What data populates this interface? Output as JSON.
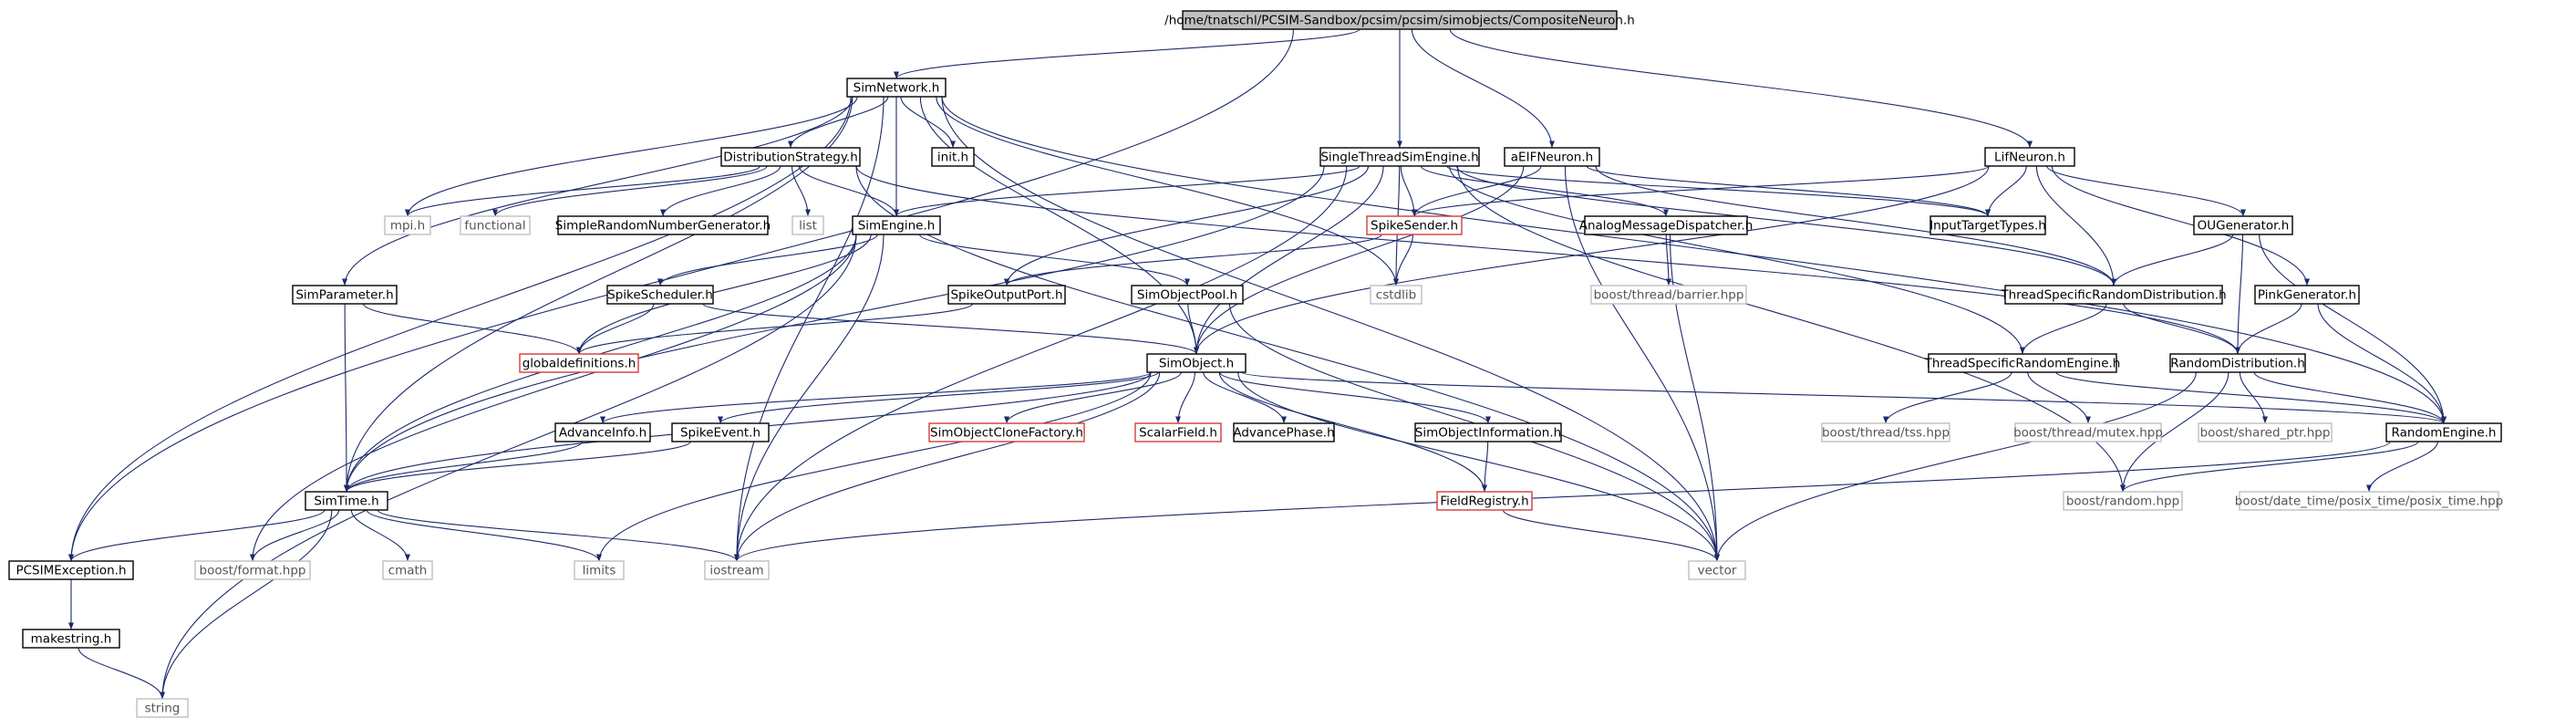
{
  "colors": {
    "edge": "#1b2a6b",
    "root_fill": "#bfbfbf",
    "internal_border": "#000000",
    "missing_border": "#d63a3a",
    "external_border": "#bfbfbf"
  },
  "nodes": [
    {
      "id": "root",
      "label": "/home/tnatschl/PCSIM-Sandbox/pcsim/pcsim/simobjects/CompositeNeuron.h",
      "kind": "root"
    },
    {
      "id": "simnetwork",
      "label": "SimNetwork.h",
      "kind": "internal"
    },
    {
      "id": "singlethread",
      "label": "SingleThreadSimEngine.h",
      "kind": "internal"
    },
    {
      "id": "aeif",
      "label": "aEIFNeuron.h",
      "kind": "internal"
    },
    {
      "id": "lif",
      "label": "LifNeuron.h",
      "kind": "internal"
    },
    {
      "id": "diststrat",
      "label": "DistributionStrategy.h",
      "kind": "internal"
    },
    {
      "id": "init",
      "label": "init.h",
      "kind": "internal"
    },
    {
      "id": "mpi",
      "label": "mpi.h",
      "kind": "external"
    },
    {
      "id": "functional",
      "label": "functional",
      "kind": "external"
    },
    {
      "id": "simplerng",
      "label": "SimpleRandomNumberGenerator.h",
      "kind": "internal"
    },
    {
      "id": "list",
      "label": "list",
      "kind": "external"
    },
    {
      "id": "simengine",
      "label": "SimEngine.h",
      "kind": "internal"
    },
    {
      "id": "spikesender",
      "label": "SpikeSender.h",
      "kind": "missing"
    },
    {
      "id": "analogdisp",
      "label": "AnalogMessageDispatcher.h",
      "kind": "internal"
    },
    {
      "id": "inputtarget",
      "label": "InputTargetTypes.h",
      "kind": "internal"
    },
    {
      "id": "ougen",
      "label": "OUGenerator.h",
      "kind": "internal"
    },
    {
      "id": "simparam",
      "label": "SimParameter.h",
      "kind": "internal"
    },
    {
      "id": "spikesched",
      "label": "SpikeScheduler.h",
      "kind": "internal"
    },
    {
      "id": "spikeout",
      "label": "SpikeOutputPort.h",
      "kind": "internal"
    },
    {
      "id": "simobjpool",
      "label": "SimObjectPool.h",
      "kind": "internal"
    },
    {
      "id": "cstdlib",
      "label": "cstdlib",
      "kind": "external"
    },
    {
      "id": "barrier",
      "label": "boost/thread/barrier.hpp",
      "kind": "external"
    },
    {
      "id": "tsrdist",
      "label": "ThreadSpecificRandomDistribution.h",
      "kind": "internal"
    },
    {
      "id": "pinkgen",
      "label": "PinkGenerator.h",
      "kind": "internal"
    },
    {
      "id": "globaldef",
      "label": "globaldefinitions.h",
      "kind": "missing"
    },
    {
      "id": "simobject",
      "label": "SimObject.h",
      "kind": "internal"
    },
    {
      "id": "tsrengine",
      "label": "ThreadSpecificRandomEngine.h",
      "kind": "internal"
    },
    {
      "id": "randdist",
      "label": "RandomDistribution.h",
      "kind": "internal"
    },
    {
      "id": "advinfo",
      "label": "AdvanceInfo.h",
      "kind": "internal"
    },
    {
      "id": "spikeevent",
      "label": "SpikeEvent.h",
      "kind": "internal"
    },
    {
      "id": "clonefactory",
      "label": "SimObjectCloneFactory.h",
      "kind": "missing"
    },
    {
      "id": "scalarfield",
      "label": "ScalarField.h",
      "kind": "missing"
    },
    {
      "id": "advphase",
      "label": "AdvancePhase.h",
      "kind": "internal"
    },
    {
      "id": "simobjinfo",
      "label": "SimObjectInformation.h",
      "kind": "internal"
    },
    {
      "id": "tss",
      "label": "boost/thread/tss.hpp",
      "kind": "external"
    },
    {
      "id": "mutex",
      "label": "boost/thread/mutex.hpp",
      "kind": "external"
    },
    {
      "id": "sharedptr",
      "label": "boost/shared_ptr.hpp",
      "kind": "external"
    },
    {
      "id": "randengine",
      "label": "RandomEngine.h",
      "kind": "internal"
    },
    {
      "id": "simtime",
      "label": "SimTime.h",
      "kind": "internal"
    },
    {
      "id": "fieldreg",
      "label": "FieldRegistry.h",
      "kind": "missing"
    },
    {
      "id": "boostrandom",
      "label": "boost/random.hpp",
      "kind": "external"
    },
    {
      "id": "posixtime",
      "label": "boost/date_time/posix_time/posix_time.hpp",
      "kind": "external"
    },
    {
      "id": "pcsimexc",
      "label": "PCSIMException.h",
      "kind": "internal"
    },
    {
      "id": "format",
      "label": "boost/format.hpp",
      "kind": "external"
    },
    {
      "id": "cmath",
      "label": "cmath",
      "kind": "external"
    },
    {
      "id": "limits",
      "label": "limits",
      "kind": "external"
    },
    {
      "id": "iostream",
      "label": "iostream",
      "kind": "external"
    },
    {
      "id": "vector",
      "label": "vector",
      "kind": "external"
    },
    {
      "id": "makestring",
      "label": "makestring.h",
      "kind": "internal"
    },
    {
      "id": "string",
      "label": "string",
      "kind": "external"
    }
  ],
  "edges": [
    [
      "root",
      "simnetwork"
    ],
    [
      "root",
      "singlethread"
    ],
    [
      "root",
      "aeif"
    ],
    [
      "root",
      "lif"
    ],
    [
      "root",
      "pcsimexc"
    ],
    [
      "simnetwork",
      "diststrat"
    ],
    [
      "simnetwork",
      "init"
    ],
    [
      "simnetwork",
      "mpi"
    ],
    [
      "simnetwork",
      "simengine"
    ],
    [
      "simnetwork",
      "simparam"
    ],
    [
      "simnetwork",
      "simtime"
    ],
    [
      "simnetwork",
      "pcsimexc"
    ],
    [
      "simnetwork",
      "iostream"
    ],
    [
      "simnetwork",
      "vector"
    ],
    [
      "simnetwork",
      "cstdlib"
    ],
    [
      "simnetwork",
      "simobject"
    ],
    [
      "simnetwork",
      "randengine"
    ],
    [
      "diststrat",
      "mpi"
    ],
    [
      "diststrat",
      "functional"
    ],
    [
      "diststrat",
      "simplerng"
    ],
    [
      "diststrat",
      "list"
    ],
    [
      "diststrat",
      "simengine"
    ],
    [
      "diststrat",
      "vector"
    ],
    [
      "diststrat",
      "randdist"
    ],
    [
      "singlethread",
      "simengine"
    ],
    [
      "singlethread",
      "spikesender"
    ],
    [
      "singlethread",
      "analogdisp"
    ],
    [
      "singlethread",
      "inputtarget"
    ],
    [
      "singlethread",
      "spikeout"
    ],
    [
      "singlethread",
      "simobject"
    ],
    [
      "singlethread",
      "cstdlib"
    ],
    [
      "singlethread",
      "iostream"
    ],
    [
      "singlethread",
      "tsrdist"
    ],
    [
      "singlethread",
      "tsrengine"
    ],
    [
      "singlethread",
      "simtime"
    ],
    [
      "singlethread",
      "boostrandom"
    ],
    [
      "aeif",
      "spikesender"
    ],
    [
      "aeif",
      "simobject"
    ],
    [
      "aeif",
      "inputtarget"
    ],
    [
      "aeif",
      "tsrdist"
    ],
    [
      "aeif",
      "vector"
    ],
    [
      "lif",
      "spikesender"
    ],
    [
      "lif",
      "inputtarget"
    ],
    [
      "lif",
      "ougen"
    ],
    [
      "lif",
      "pinkgen"
    ],
    [
      "lif",
      "tsrdist"
    ],
    [
      "lif",
      "simobject"
    ],
    [
      "simengine",
      "spikesched"
    ],
    [
      "simengine",
      "simobjpool"
    ],
    [
      "simengine",
      "globaldef"
    ],
    [
      "simengine",
      "simtime"
    ],
    [
      "simengine",
      "format"
    ],
    [
      "simengine",
      "string"
    ],
    [
      "simengine",
      "iostream"
    ],
    [
      "spikesender",
      "cstdlib"
    ],
    [
      "spikesender",
      "spikeout"
    ],
    [
      "analogdisp",
      "barrier"
    ],
    [
      "analogdisp",
      "vector"
    ],
    [
      "ougen",
      "tsrdist"
    ],
    [
      "ougen",
      "randdist"
    ],
    [
      "ougen",
      "randengine"
    ],
    [
      "simparam",
      "globaldef"
    ],
    [
      "simparam",
      "simtime"
    ],
    [
      "spikesched",
      "globaldef"
    ],
    [
      "spikesched",
      "simobject"
    ],
    [
      "spikeout",
      "globaldef"
    ],
    [
      "simobjpool",
      "simobject"
    ],
    [
      "simobjpool",
      "vector"
    ],
    [
      "tsrdist",
      "randdist"
    ],
    [
      "tsrdist",
      "tsrengine"
    ],
    [
      "pinkgen",
      "randdist"
    ],
    [
      "pinkgen",
      "randengine"
    ],
    [
      "simobject",
      "advinfo"
    ],
    [
      "simobject",
      "spikeevent"
    ],
    [
      "simobject",
      "clonefactory"
    ],
    [
      "simobject",
      "scalarfield"
    ],
    [
      "simobject",
      "advphase"
    ],
    [
      "simobject",
      "simobjinfo"
    ],
    [
      "simobject",
      "fieldreg"
    ],
    [
      "simobject",
      "vector"
    ],
    [
      "simobject",
      "iostream"
    ],
    [
      "simobject",
      "limits"
    ],
    [
      "simobject",
      "randengine"
    ],
    [
      "simobject",
      "simtime"
    ],
    [
      "tsrengine",
      "tss"
    ],
    [
      "tsrengine",
      "mutex"
    ],
    [
      "tsrengine",
      "randengine"
    ],
    [
      "randdist",
      "sharedptr"
    ],
    [
      "randdist",
      "randengine"
    ],
    [
      "randdist",
      "boostrandom"
    ],
    [
      "randdist",
      "vector"
    ],
    [
      "advinfo",
      "simtime"
    ],
    [
      "spikeevent",
      "simtime"
    ],
    [
      "simobjinfo",
      "fieldreg"
    ],
    [
      "fieldreg",
      "vector"
    ],
    [
      "randengine",
      "boostrandom"
    ],
    [
      "randengine",
      "posixtime"
    ],
    [
      "randengine",
      "iostream"
    ],
    [
      "simtime",
      "pcsimexc"
    ],
    [
      "simtime",
      "format"
    ],
    [
      "simtime",
      "cmath"
    ],
    [
      "simtime",
      "limits"
    ],
    [
      "simtime",
      "iostream"
    ],
    [
      "simtime",
      "string"
    ],
    [
      "pcsimexc",
      "makestring"
    ],
    [
      "makestring",
      "string"
    ]
  ]
}
